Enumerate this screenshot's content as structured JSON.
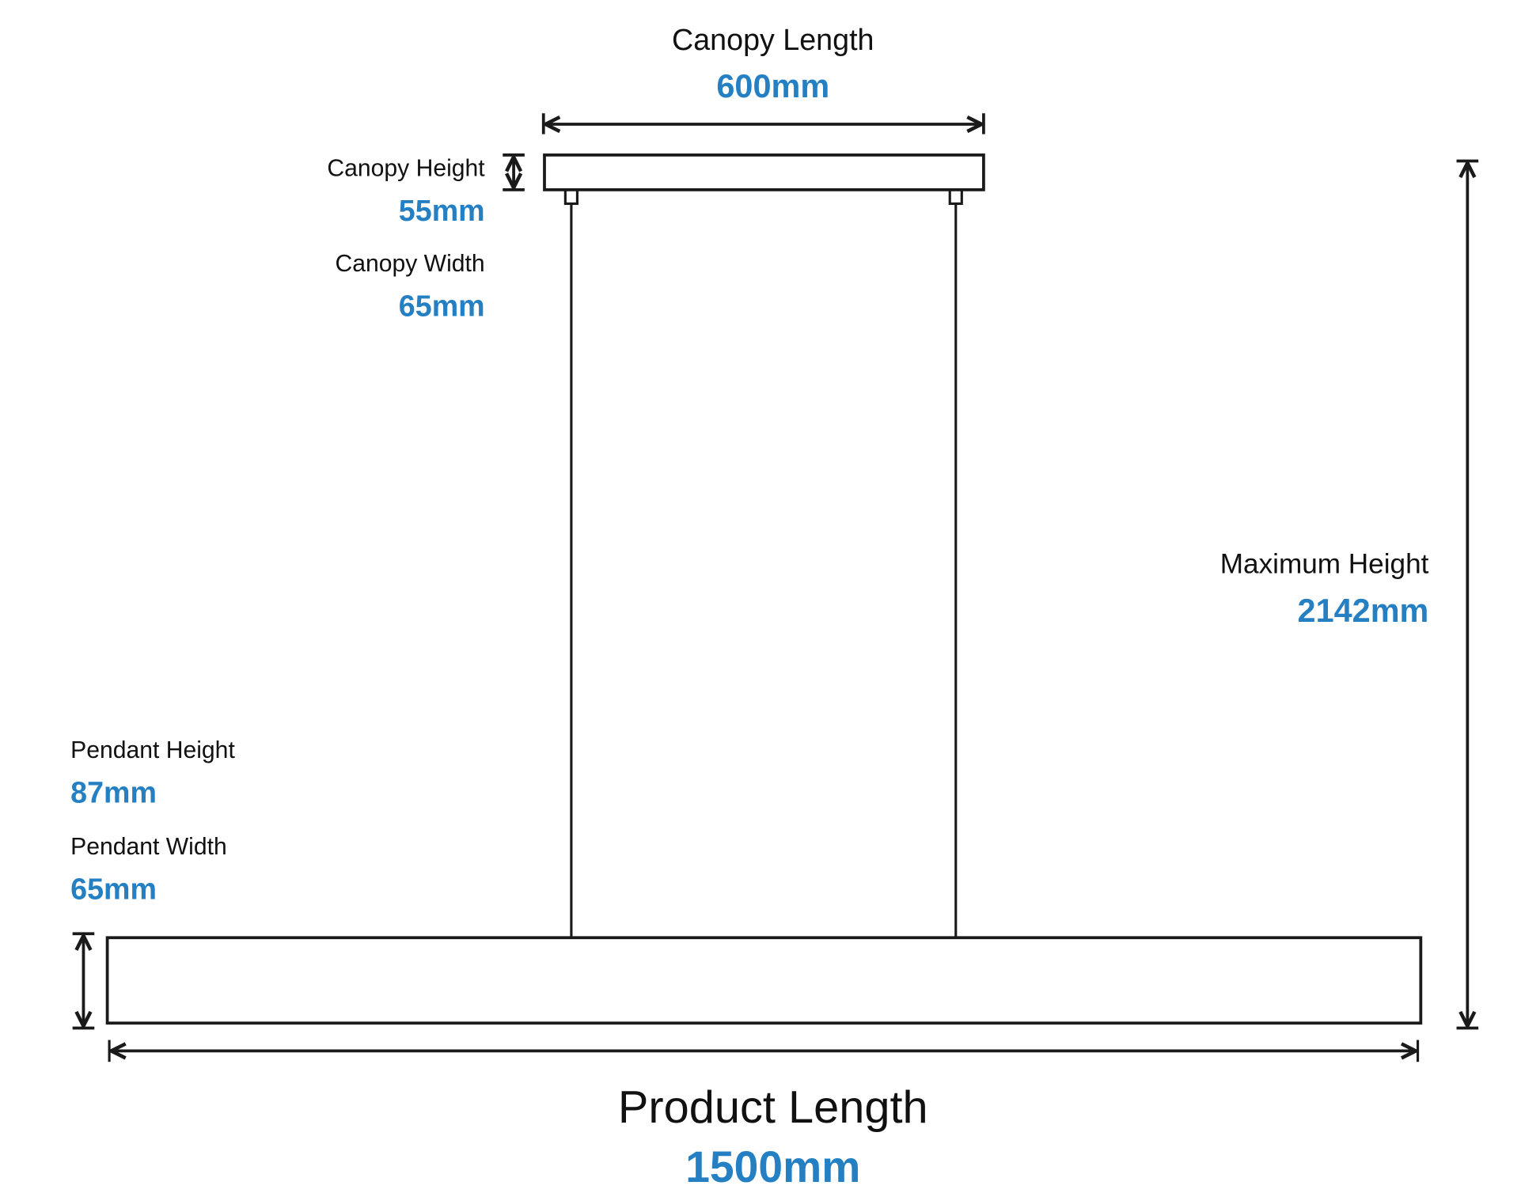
{
  "colors": {
    "value": "#2580c3",
    "line": "#1a1a1a",
    "label": "#111111"
  },
  "canopy_length": {
    "label": "Canopy Length",
    "value": "600mm"
  },
  "canopy_height": {
    "label": "Canopy Height",
    "value": "55mm"
  },
  "canopy_width": {
    "label": "Canopy Width",
    "value": "65mm"
  },
  "maximum_height": {
    "label": "Maximum Height",
    "value": "2142mm"
  },
  "pendant_height": {
    "label": "Pendant Height",
    "value": "87mm"
  },
  "pendant_width": {
    "label": "Pendant Width",
    "value": "65mm"
  },
  "product_length": {
    "label": "Product Length",
    "value": "1500mm"
  }
}
